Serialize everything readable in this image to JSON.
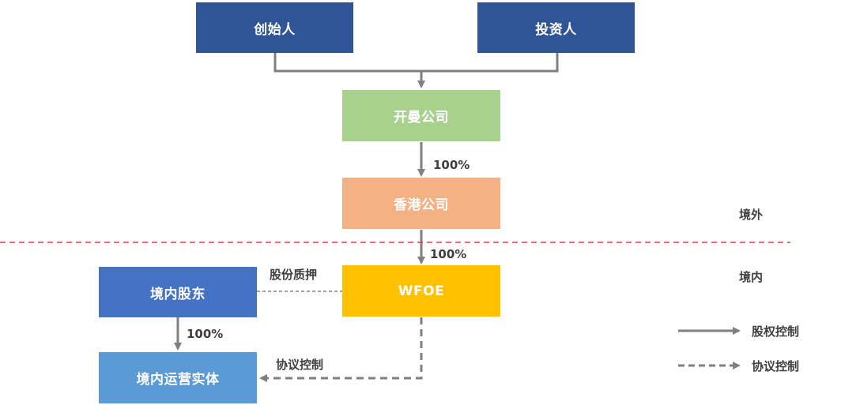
{
  "nodes": {
    "founder": "创始人",
    "investor": "投资人",
    "cayman": "开曼公司",
    "hongkong": "香港公司",
    "wfoe": "WFOE",
    "domestic_shareholder": "境内股东",
    "domestic_operating": "境内运营实体"
  },
  "edge_labels": {
    "cayman_to_hk": "100%",
    "hk_to_wfoe": "100%",
    "shareholder_to_operating": "100%",
    "equity_pledge": "股份质押",
    "vie_control": "协议控制"
  },
  "regions": {
    "offshore": "境外",
    "onshore": "境内"
  },
  "legend": {
    "equity_control": "股权控制",
    "agreement_control": "协议控制"
  },
  "colors": {
    "founder": "#2F5597",
    "investor": "#2F5597",
    "cayman": "#A9D18E",
    "hongkong": "#F4B183",
    "wfoe": "#FFC000",
    "domestic_shareholder": "#4472C4",
    "domestic_operating": "#5B9BD5",
    "arrow": "#7F7F7F",
    "border_line": "#E03C3C"
  }
}
